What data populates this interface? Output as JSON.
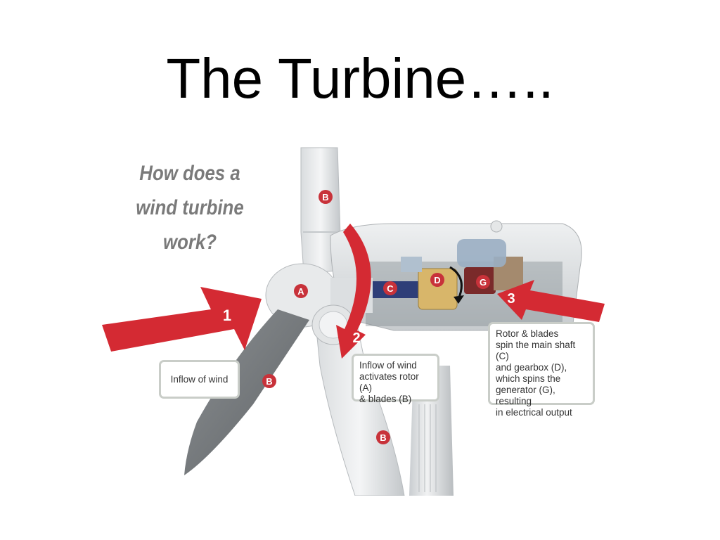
{
  "slide": {
    "title": "The Turbine….."
  },
  "diagram": {
    "question": "How does a\nwind turbine\nwork?",
    "step_numbers": [
      "1",
      "2",
      "3"
    ],
    "part_labels": {
      "A": "A",
      "B": "B",
      "C": "C",
      "D": "D",
      "G": "G"
    },
    "callouts": {
      "inflow": "Inflow of wind",
      "rotor": "Inflow of wind\nactivates rotor (A)\n& blades (B)",
      "shaft": "Rotor & blades\nspin the main shaft (C)\nand gearbox (D),\nwhich spins the\ngenerator (G), resulting\nin electrical output"
    },
    "colors": {
      "arrow": "#d42a33",
      "label_circle": "#c8323a",
      "turbine": "#dfe2e4",
      "callout_border": "#c9cdc8"
    }
  }
}
